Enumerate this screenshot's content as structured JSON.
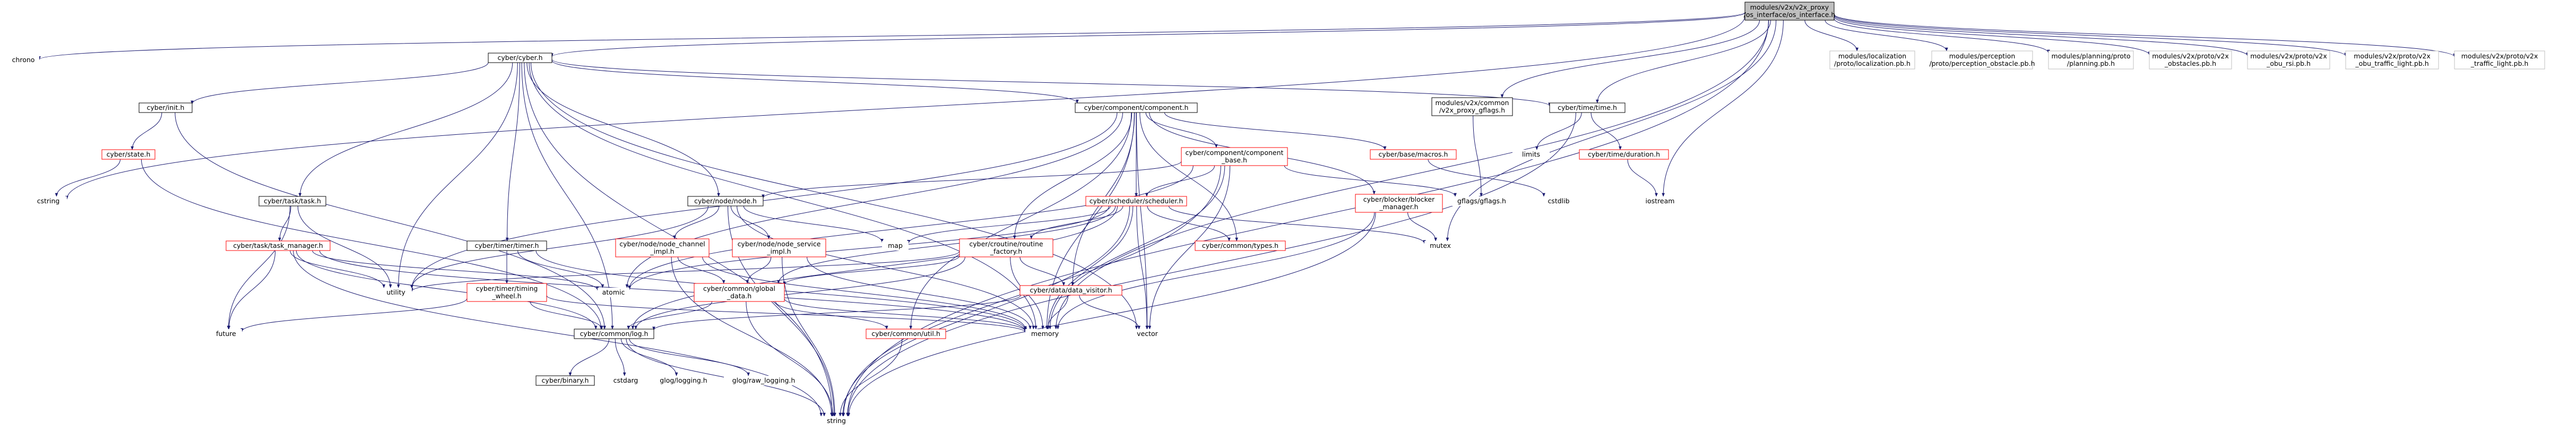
{
  "colors": {
    "edge": "#191970",
    "box_border_black": "#000000",
    "box_border_red": "#ff0000",
    "box_border_gray": "#bfbfbf",
    "root_fill": "#bfbfbf",
    "text": "#000000"
  },
  "nodes": [
    {
      "id": "root",
      "lines": [
        "modules/v2x/v2x_proxy",
        "/os_interface/os_interface.h"
      ],
      "style": "root"
    },
    {
      "id": "chrono",
      "lines": [
        "chrono"
      ],
      "style": "plain"
    },
    {
      "id": "cyber_h",
      "lines": [
        "cyber/cyber.h"
      ],
      "style": "black"
    },
    {
      "id": "loc_pb",
      "lines": [
        "modules/localization",
        "/proto/localization.pb.h"
      ],
      "style": "gray"
    },
    {
      "id": "perc_pb",
      "lines": [
        "modules/perception",
        "/proto/perception_obstacle.pb.h"
      ],
      "style": "gray"
    },
    {
      "id": "plan_pb",
      "lines": [
        "modules/planning/proto",
        "/planning.pb.h"
      ],
      "style": "gray"
    },
    {
      "id": "v2x_obs_pb",
      "lines": [
        "modules/v2x/proto/v2x",
        "_obstacles.pb.h"
      ],
      "style": "gray"
    },
    {
      "id": "v2x_rsi_pb",
      "lines": [
        "modules/v2x/proto/v2x",
        "_obu_rsi.pb.h"
      ],
      "style": "gray"
    },
    {
      "id": "v2x_tl_pb",
      "lines": [
        "modules/v2x/proto/v2x",
        "_obu_traffic_light.pb.h"
      ],
      "style": "gray"
    },
    {
      "id": "v2x_tl2_pb",
      "lines": [
        "modules/v2x/proto/v2x",
        "_traffic_light.pb.h"
      ],
      "style": "gray"
    },
    {
      "id": "init_h",
      "lines": [
        "cyber/init.h"
      ],
      "style": "black"
    },
    {
      "id": "component_h",
      "lines": [
        "cyber/component/component.h"
      ],
      "style": "black"
    },
    {
      "id": "v2x_gflags",
      "lines": [
        "modules/v2x/common",
        "/v2x_proxy_gflags.h"
      ],
      "style": "black"
    },
    {
      "id": "time_h",
      "lines": [
        "cyber/time/time.h"
      ],
      "style": "black"
    },
    {
      "id": "state_h",
      "lines": [
        "cyber/state.h"
      ],
      "style": "red"
    },
    {
      "id": "component_base_h",
      "lines": [
        "cyber/component/component",
        "_base.h"
      ],
      "style": "red"
    },
    {
      "id": "macros_h",
      "lines": [
        "cyber/base/macros.h"
      ],
      "style": "red"
    },
    {
      "id": "limits",
      "lines": [
        "limits"
      ],
      "style": "plain"
    },
    {
      "id": "duration_h",
      "lines": [
        "cyber/time/duration.h"
      ],
      "style": "red"
    },
    {
      "id": "cstring",
      "lines": [
        "cstring"
      ],
      "style": "plain"
    },
    {
      "id": "task_h",
      "lines": [
        "cyber/task/task.h"
      ],
      "style": "black"
    },
    {
      "id": "node_h",
      "lines": [
        "cyber/node/node.h"
      ],
      "style": "black"
    },
    {
      "id": "module_h",
      "lines": [
        "cyber/scheduler/scheduler.h"
      ],
      "style": "red"
    },
    {
      "id": "blocker_manager_h",
      "lines": [
        "cyber/blocker/blocker",
        "_manager.h"
      ],
      "style": "red"
    },
    {
      "id": "gflags_h",
      "lines": [
        "gflags/gflags.h"
      ],
      "style": "plain"
    },
    {
      "id": "cstdlib",
      "lines": [
        "cstdlib"
      ],
      "style": "plain"
    },
    {
      "id": "iostream",
      "lines": [
        "iostream"
      ],
      "style": "plain"
    },
    {
      "id": "task_manager_h",
      "lines": [
        "cyber/task/task_manager.h"
      ],
      "style": "red"
    },
    {
      "id": "timer_h",
      "lines": [
        "cyber/timer/timer.h"
      ],
      "style": "black"
    },
    {
      "id": "node_channel_impl_h",
      "lines": [
        "cyber/node/node_channel",
        "_impl.h"
      ],
      "style": "red"
    },
    {
      "id": "node_service_impl_h",
      "lines": [
        "cyber/node/node_service",
        "_impl.h"
      ],
      "style": "red"
    },
    {
      "id": "map",
      "lines": [
        "map"
      ],
      "style": "plain"
    },
    {
      "id": "routine_factory_h",
      "lines": [
        "cyber/croutine/routine",
        "_factory.h"
      ],
      "style": "red"
    },
    {
      "id": "types_h",
      "lines": [
        "cyber/common/types.h"
      ],
      "style": "red"
    },
    {
      "id": "mutex",
      "lines": [
        "mutex"
      ],
      "style": "plain"
    },
    {
      "id": "utility",
      "lines": [
        "utility"
      ],
      "style": "plain"
    },
    {
      "id": "atomic",
      "lines": [
        "atomic"
      ],
      "style": "plain"
    },
    {
      "id": "timing_wheel_h",
      "lines": [
        "cyber/timer/timing",
        "_wheel.h"
      ],
      "style": "red"
    },
    {
      "id": "global_data_h",
      "lines": [
        "cyber/common/global",
        "_data.h"
      ],
      "style": "red"
    },
    {
      "id": "data_visitor_h",
      "lines": [
        "cyber/data/data_visitor.h"
      ],
      "style": "red"
    },
    {
      "id": "future",
      "lines": [
        "future"
      ],
      "style": "plain"
    },
    {
      "id": "log_h",
      "lines": [
        "cyber/common/log.h"
      ],
      "style": "black"
    },
    {
      "id": "util_h",
      "lines": [
        "cyber/common/util.h"
      ],
      "style": "red"
    },
    {
      "id": "memory",
      "lines": [
        "memory"
      ],
      "style": "plain"
    },
    {
      "id": "vector",
      "lines": [
        "vector"
      ],
      "style": "plain"
    },
    {
      "id": "binary_h",
      "lines": [
        "cyber/binary.h"
      ],
      "style": "black"
    },
    {
      "id": "cstdarg",
      "lines": [
        "cstdarg"
      ],
      "style": "plain"
    },
    {
      "id": "glog_logging_h",
      "lines": [
        "glog/logging.h"
      ],
      "style": "plain"
    },
    {
      "id": "glog_raw_logging_h",
      "lines": [
        "glog/raw_logging.h"
      ],
      "style": "plain"
    },
    {
      "id": "string",
      "lines": [
        "string"
      ],
      "style": "plain"
    }
  ],
  "edges": [
    [
      "root",
      "chrono"
    ],
    [
      "root",
      "cyber_h"
    ],
    [
      "root",
      "loc_pb"
    ],
    [
      "root",
      "perc_pb"
    ],
    [
      "root",
      "plan_pb"
    ],
    [
      "root",
      "v2x_obs_pb"
    ],
    [
      "root",
      "v2x_rsi_pb"
    ],
    [
      "root",
      "v2x_tl_pb"
    ],
    [
      "root",
      "v2x_tl2_pb"
    ],
    [
      "root",
      "v2x_gflags"
    ],
    [
      "root",
      "time_h"
    ],
    [
      "root",
      "cstring"
    ],
    [
      "root",
      "memory"
    ],
    [
      "root",
      "mutex"
    ],
    [
      "root",
      "iostream"
    ],
    [
      "root",
      "string"
    ],
    [
      "cyber_h",
      "init_h"
    ],
    [
      "cyber_h",
      "component_h"
    ],
    [
      "cyber_h",
      "time_h"
    ],
    [
      "cyber_h",
      "task_h"
    ],
    [
      "cyber_h",
      "node_h"
    ],
    [
      "cyber_h",
      "timer_h"
    ],
    [
      "cyber_h",
      "log_h"
    ],
    [
      "cyber_h",
      "utility"
    ],
    [
      "cyber_h",
      "string"
    ],
    [
      "cyber_h",
      "memory"
    ],
    [
      "cyber_h",
      "vector"
    ],
    [
      "init_h",
      "state_h"
    ],
    [
      "init_h",
      "log_h"
    ],
    [
      "state_h",
      "cstring"
    ],
    [
      "state_h",
      "log_h"
    ],
    [
      "component_h",
      "component_base_h"
    ],
    [
      "component_h",
      "macros_h"
    ],
    [
      "component_h",
      "module_h"
    ],
    [
      "component_h",
      "routine_factory_h"
    ],
    [
      "component_h",
      "types_h"
    ],
    [
      "component_h",
      "util_h"
    ],
    [
      "component_h",
      "data_visitor_h"
    ],
    [
      "component_h",
      "memory"
    ],
    [
      "component_h",
      "vector"
    ],
    [
      "component_h",
      "utility"
    ],
    [
      "component_h",
      "atomic"
    ],
    [
      "component_h",
      "blocker_manager_h"
    ],
    [
      "v2x_gflags",
      "gflags_h"
    ],
    [
      "time_h",
      "limits"
    ],
    [
      "time_h",
      "duration_h"
    ],
    [
      "time_h",
      "string"
    ],
    [
      "duration_h",
      "iostream"
    ],
    [
      "component_base_h",
      "node_h"
    ],
    [
      "component_base_h",
      "gflags_h"
    ],
    [
      "component_base_h",
      "module_h"
    ],
    [
      "component_base_h",
      "atomic"
    ],
    [
      "component_base_h",
      "memory"
    ],
    [
      "component_base_h",
      "vector"
    ],
    [
      "component_base_h",
      "string"
    ],
    [
      "macros_h",
      "cstdlib"
    ],
    [
      "task_h",
      "task_manager_h"
    ],
    [
      "task_h",
      "future"
    ],
    [
      "task_h",
      "utility"
    ],
    [
      "task_manager_h",
      "future"
    ],
    [
      "task_manager_h",
      "log_h"
    ],
    [
      "task_manager_h",
      "memory"
    ],
    [
      "task_manager_h",
      "string"
    ],
    [
      "task_manager_h",
      "utility"
    ],
    [
      "task_manager_h",
      "atomic"
    ],
    [
      "node_h",
      "node_channel_impl_h"
    ],
    [
      "node_h",
      "node_service_impl_h"
    ],
    [
      "node_h",
      "map"
    ],
    [
      "node_h",
      "memory"
    ],
    [
      "node_h",
      "string"
    ],
    [
      "node_h",
      "utility"
    ],
    [
      "timer_h",
      "timing_wheel_h"
    ],
    [
      "timer_h",
      "atomic"
    ],
    [
      "timer_h",
      "memory"
    ],
    [
      "timing_wheel_h",
      "future"
    ],
    [
      "timing_wheel_h",
      "log_h"
    ],
    [
      "timing_wheel_h",
      "memory"
    ],
    [
      "node_channel_impl_h",
      "global_data_h"
    ],
    [
      "node_channel_impl_h",
      "memory"
    ],
    [
      "node_channel_impl_h",
      "string"
    ],
    [
      "node_service_impl_h",
      "global_data_h"
    ],
    [
      "node_service_impl_h",
      "memory"
    ],
    [
      "node_service_impl_h",
      "string"
    ],
    [
      "module_h",
      "routine_factory_h"
    ],
    [
      "module_h",
      "types_h"
    ],
    [
      "module_h",
      "map"
    ],
    [
      "module_h",
      "mutex"
    ],
    [
      "module_h",
      "global_data_h"
    ],
    [
      "module_h",
      "log_h"
    ],
    [
      "module_h",
      "memory"
    ],
    [
      "module_h",
      "vector"
    ],
    [
      "module_h",
      "string"
    ],
    [
      "module_h",
      "atomic"
    ],
    [
      "blocker_manager_h",
      "mutex"
    ],
    [
      "blocker_manager_h",
      "memory"
    ],
    [
      "blocker_manager_h",
      "string"
    ],
    [
      "routine_factory_h",
      "data_visitor_h"
    ],
    [
      "routine_factory_h",
      "global_data_h"
    ],
    [
      "routine_factory_h",
      "log_h"
    ],
    [
      "routine_factory_h",
      "memory"
    ],
    [
      "routine_factory_h",
      "utility"
    ],
    [
      "data_visitor_h",
      "vector"
    ],
    [
      "data_visitor_h",
      "memory"
    ],
    [
      "data_visitor_h",
      "log_h"
    ],
    [
      "global_data_h",
      "log_h"
    ],
    [
      "global_data_h",
      "util_h"
    ],
    [
      "global_data_h",
      "string"
    ],
    [
      "global_data_h",
      "memory"
    ],
    [
      "log_h",
      "binary_h"
    ],
    [
      "log_h",
      "cstdarg"
    ],
    [
      "log_h",
      "glog_logging_h"
    ],
    [
      "log_h",
      "glog_raw_logging_h"
    ],
    [
      "log_h",
      "string"
    ],
    [
      "util_h",
      "string"
    ]
  ]
}
